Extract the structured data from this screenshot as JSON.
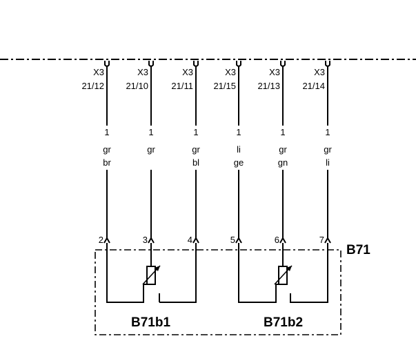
{
  "component": {
    "id": "B71"
  },
  "connector_label": "X3",
  "wires": [
    {
      "pin_ref": "21/12",
      "size": "1",
      "color1": "gr",
      "color2": "br",
      "pin": "2"
    },
    {
      "pin_ref": "21/10",
      "size": "1",
      "color1": "gr",
      "color2": "",
      "pin": "3"
    },
    {
      "pin_ref": "21/11",
      "size": "1",
      "color1": "gr",
      "color2": "bl",
      "pin": "4"
    },
    {
      "pin_ref": "21/15",
      "size": "1",
      "color1": "li",
      "color2": "ge",
      "pin": "5"
    },
    {
      "pin_ref": "21/13",
      "size": "1",
      "color1": "gr",
      "color2": "gn",
      "pin": "6"
    },
    {
      "pin_ref": "21/14",
      "size": "1",
      "color1": "gr",
      "color2": "li",
      "pin": "7"
    }
  ],
  "sensors": [
    {
      "label": "B71b1"
    },
    {
      "label": "B71b2"
    }
  ]
}
